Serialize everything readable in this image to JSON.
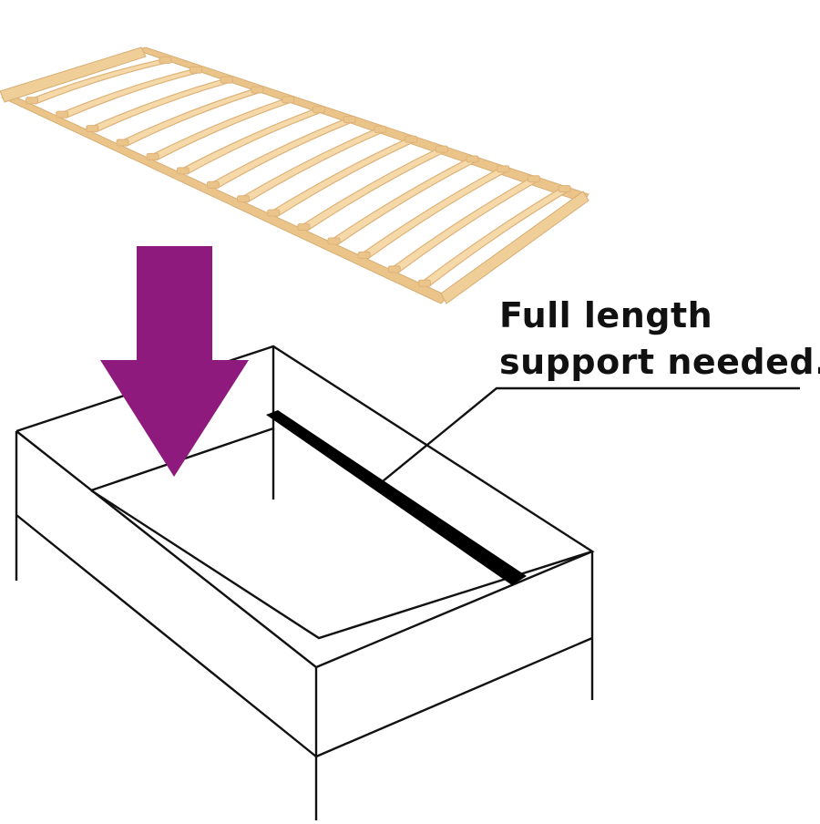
{
  "callout": {
    "line1": "Full length",
    "line2": "support needed."
  },
  "colors": {
    "arrow": "#8E1A7E",
    "slat_face": "#F6D9A8",
    "slat_edge": "#DDB27A",
    "frame_side": "#EBC48A",
    "outline": "#111111",
    "support_beam": "#000000"
  },
  "icons": {
    "slatted_frame": "slatted-bed-base-icon",
    "arrow": "down-arrow-icon",
    "bed_box": "bed-frame-box-icon",
    "support": "center-support-beam-icon"
  },
  "slatted_frame": {
    "slat_count": 14
  }
}
